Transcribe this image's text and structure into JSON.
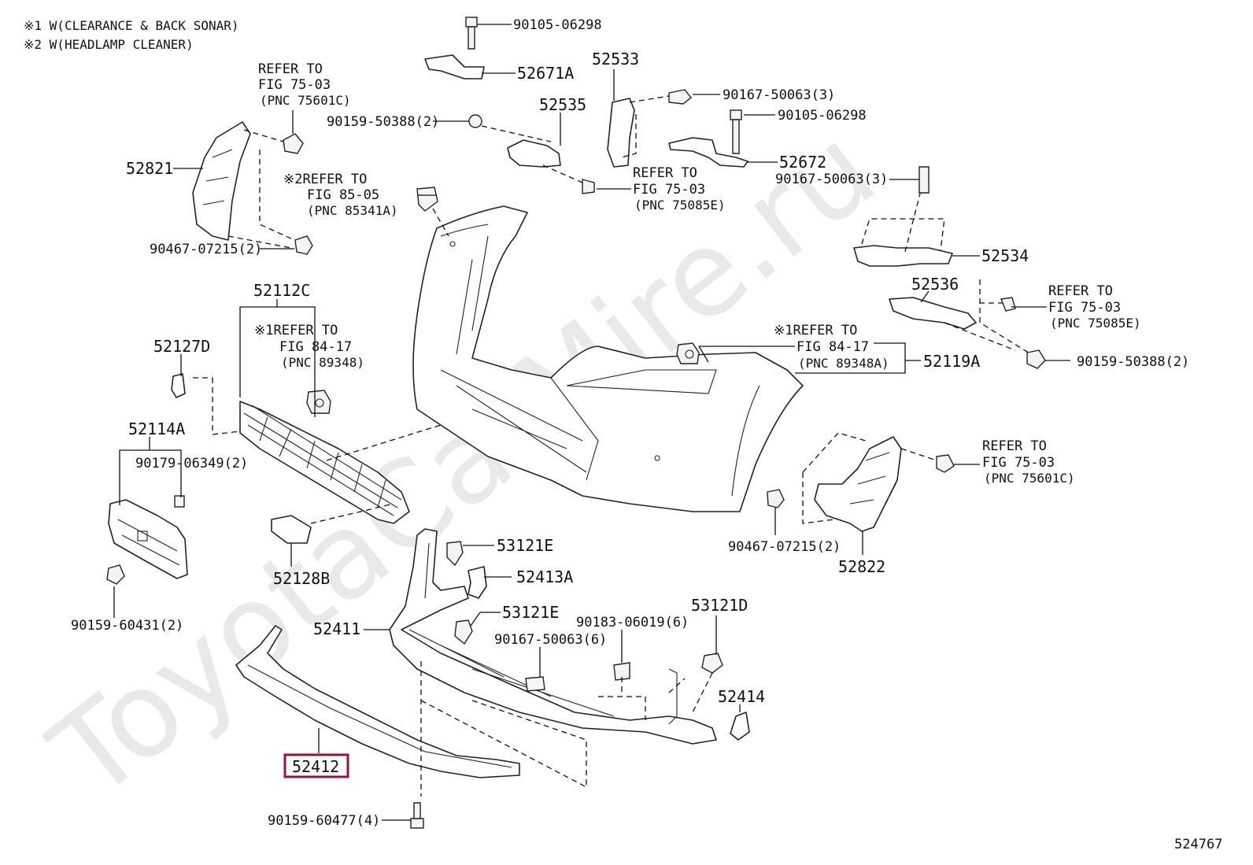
{
  "watermark": "ToyotaCatMire.ru",
  "notes": {
    "note1": "※1 W(CLEARANCE & BACK SONAR)",
    "note2": "※2 W(HEADLAMP CLEANER)"
  },
  "figure_number": "524767",
  "highlight_color": "#9b1238",
  "labels": {
    "p9010506298_top": "90105-06298",
    "p52671A": "52671A",
    "p52533": "52533",
    "p9016750063_3a": "90167-50063(3)",
    "p9010506298_mid": "90105-06298",
    "p52535": "52535",
    "p9015950388_2a": "90159-50388(2)",
    "p52672": "52672",
    "p9016750063_3b": "90167-50063(3)",
    "p52821": "52821",
    "p9046707215_2a": "90467-07215(2)",
    "p52534": "52534",
    "p52536": "52536",
    "p52112C": "52112C",
    "p52127D": "52127D",
    "p52114A": "52114A",
    "p9017906349": "90179-06349(2)",
    "p52119A": "52119A",
    "p9015950388_2b": "90159-50388(2)",
    "p52128B": "52128B",
    "p9015960431": "90159-60431(2)",
    "p53121E_a": "53121E",
    "p52413A": "52413A",
    "p53121E_b": "53121E",
    "p52411": "52411",
    "p9016750063_6": "90167-50063(6)",
    "p9018306019": "90183-06019(6)",
    "p53121D": "53121D",
    "p52414": "52414",
    "p52412": "52412",
    "p9015960477": "90159-60477(4)",
    "p9046707215_2b": "90467-07215(2)",
    "p52822": "52822"
  },
  "refers": {
    "r1": {
      "l1": "REFER TO",
      "l2": "FIG 75-03",
      "l3": "(PNC 75601C)"
    },
    "r2": {
      "l1": "※2REFER TO",
      "l2": "FIG 85-05",
      "l3": "(PNC 85341A)"
    },
    "r3": {
      "l1": "REFER TO",
      "l2": "FIG 75-03",
      "l3": "(PNC 75085E)"
    },
    "r4": {
      "l1": "※1REFER TO",
      "l2": "FIG 84-17",
      "l3": "(PNC 89348)"
    },
    "r5": {
      "l1": "※1REFER TO",
      "l2": "FIG 84-17",
      "l3": "(PNC 89348A)"
    },
    "r6": {
      "l1": "REFER TO",
      "l2": "FIG 75-03",
      "l3": "(PNC 75085E)"
    },
    "r7": {
      "l1": "REFER TO",
      "l2": "FIG 75-03",
      "l3": "(PNC 75601C)"
    }
  }
}
